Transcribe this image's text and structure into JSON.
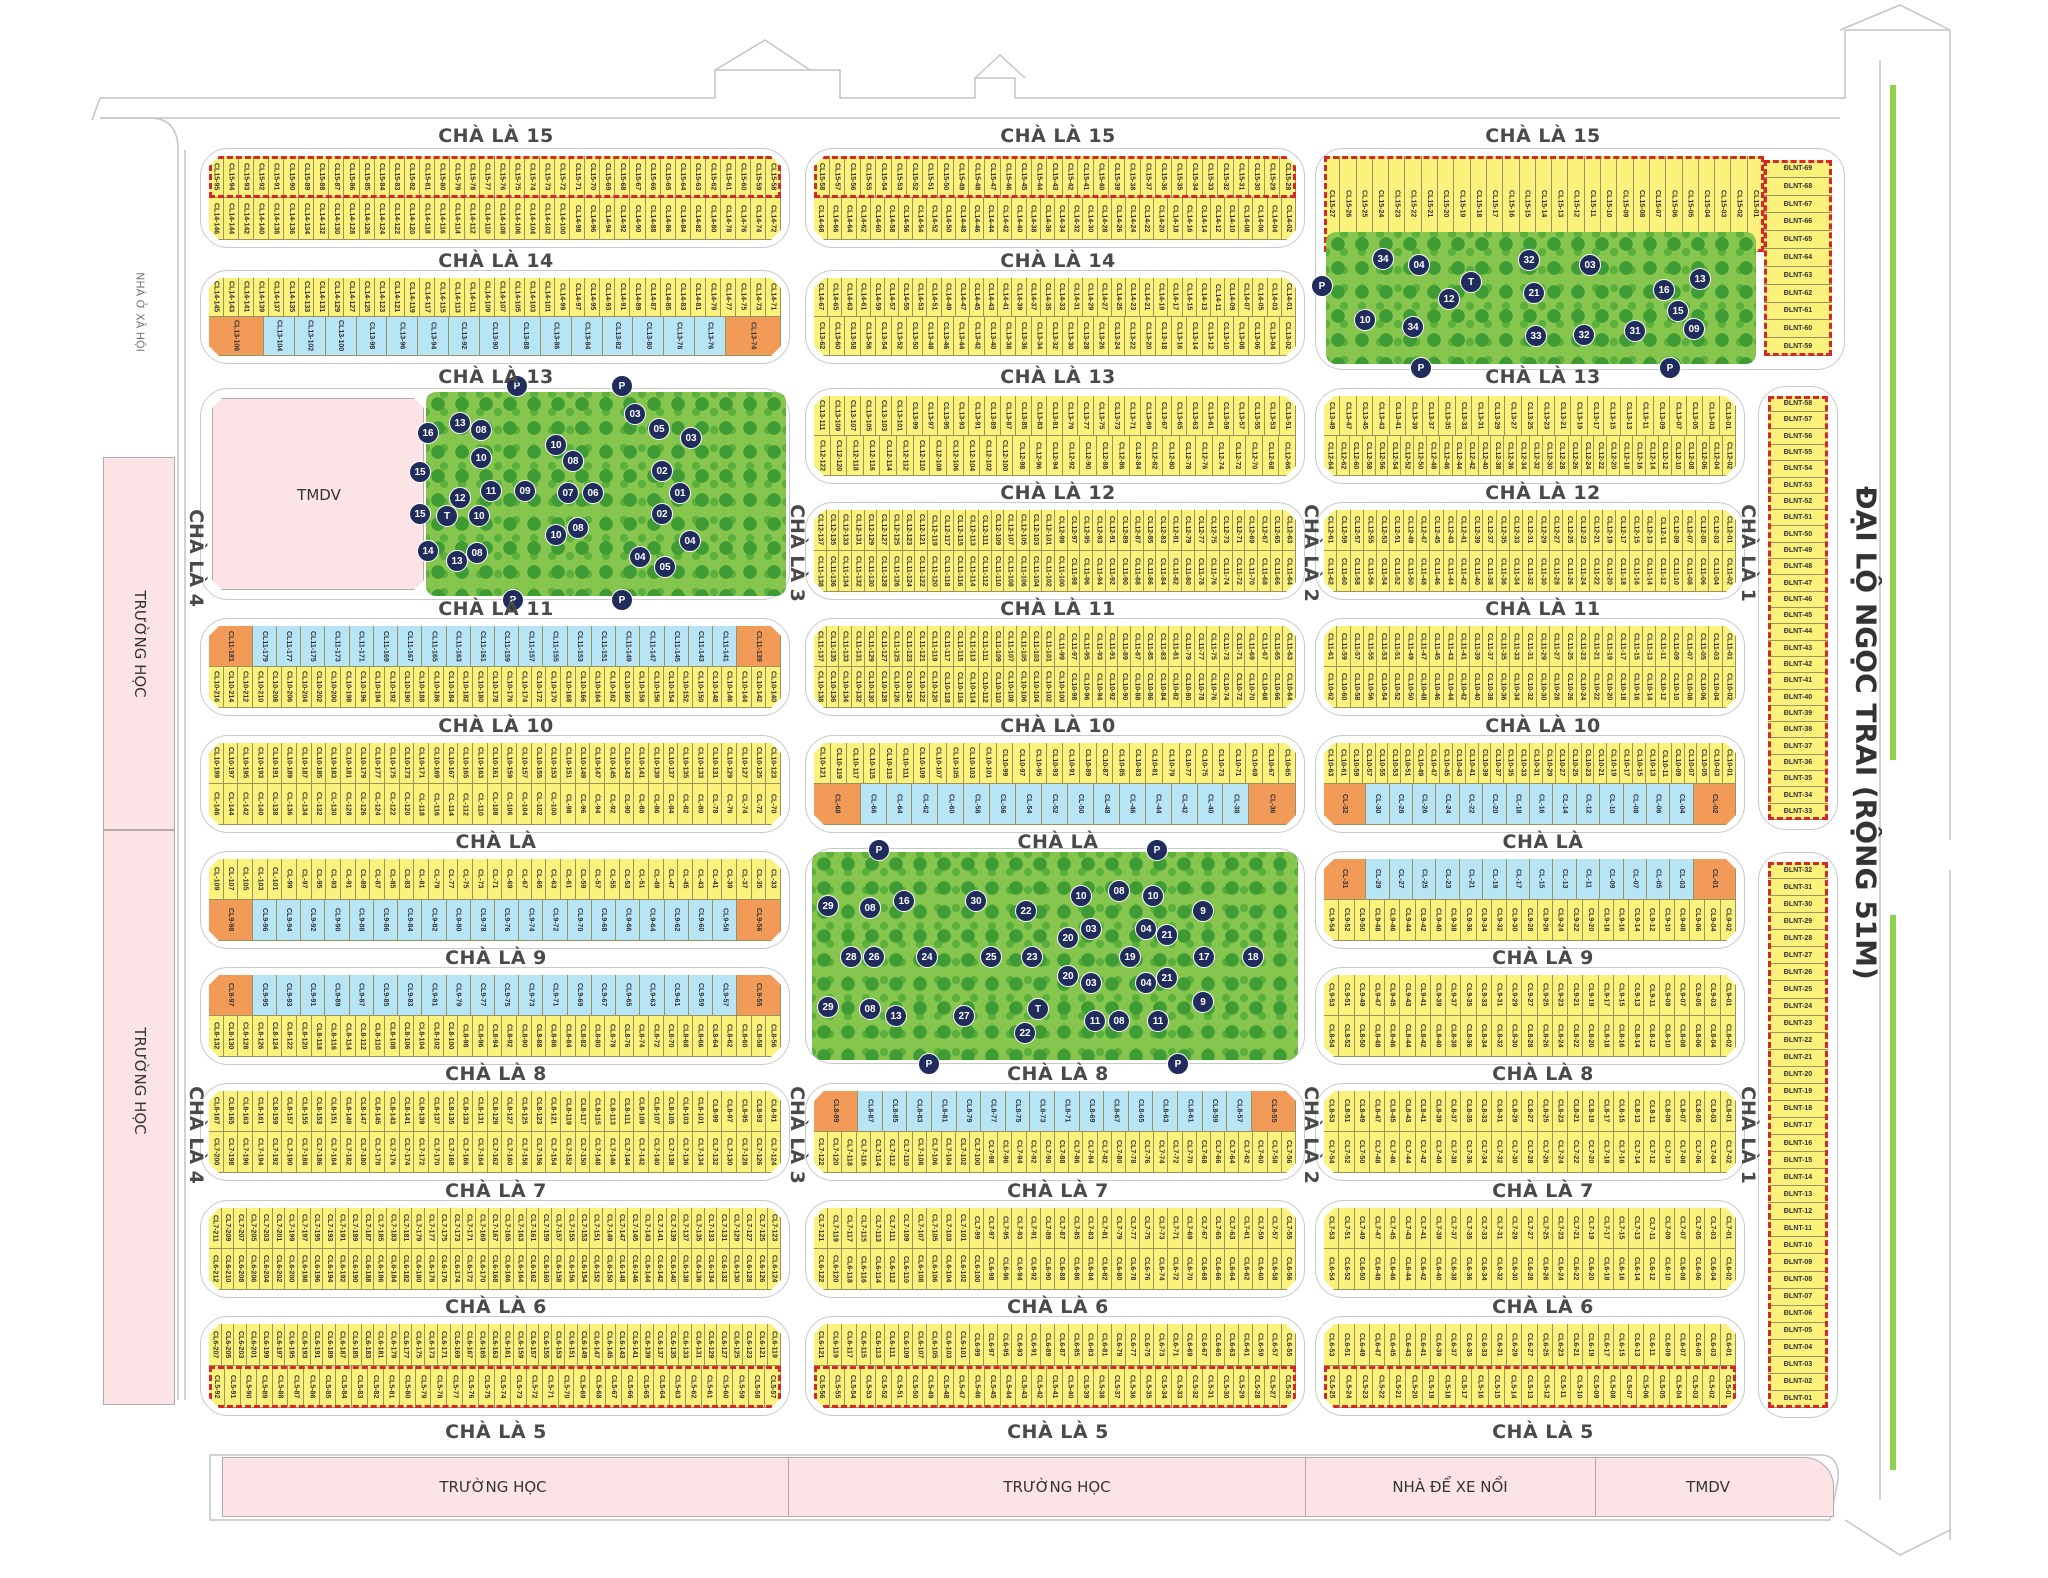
{
  "avenue": {
    "label": "ĐẠI LỘ NGỌC TRAI (RỘNG 51M)",
    "accent_color": "#8cd24a"
  },
  "streets": {
    "cl15": "CHÀ LÀ 15",
    "cl14": "CHÀ LÀ 14",
    "cl13": "CHÀ LÀ 13",
    "cl12": "CHÀ LÀ 12",
    "cl11": "CHÀ LÀ 11",
    "cl10": "CHÀ LÀ 10",
    "cl": "CHÀ LÀ",
    "cl9": "CHÀ LÀ 9",
    "cl8": "CHÀ LÀ 8",
    "cl7": "CHÀ LÀ 7",
    "cl6": "CHÀ LÀ 6",
    "cl5": "CHÀ LÀ 5",
    "cl4": "CHÀ LÀ 4",
    "cl3": "CHÀ LÀ 3",
    "cl2": "CHÀ LÀ 2",
    "cl1": "CHÀ LÀ 1"
  },
  "zones": {
    "social_housing": "NHÀ Ở XÃ HỘI",
    "school": "TRƯỜNG HỌC",
    "commercial": "TMDV",
    "parking_building": "NHÀ ĐỂ XE NỔI"
  },
  "colors": {
    "standard_lot": "#fbf27c",
    "blue_lot": "#b7e5f6",
    "corner_lot": "#f29a58",
    "highlight_border": "#d8262c",
    "public_zone": "#fbe3e6"
  },
  "blocks": {
    "b15L": [
      {
        "p": "CL15-",
        "f": 95,
        "s": -1,
        "n": 38,
        "k": "y",
        "dashed": true
      },
      {
        "p": "CL14-",
        "f": 146,
        "s": -2,
        "n": 38,
        "k": "y"
      }
    ],
    "b14L": [
      {
        "p": "CL14-",
        "f": 145,
        "s": -2,
        "n": 38,
        "k": "y"
      },
      {
        "p": "CL13-",
        "f": 106,
        "s": -2,
        "n": 17,
        "k": "b",
        "ends": true
      }
    ],
    "b11L": [
      {
        "p": "CL11-",
        "f": 181,
        "s": -2,
        "n": 22,
        "k": "b",
        "ends": true
      },
      {
        "p": "CL10-",
        "f": 216,
        "s": -2,
        "n": 39,
        "k": "y"
      }
    ],
    "b10L": [
      {
        "p": "CL10-",
        "f": 199,
        "s": -2,
        "n": 39,
        "k": "y"
      },
      {
        "p": "CL-",
        "f": 146,
        "s": -2,
        "n": 39,
        "k": "y"
      }
    ],
    "bCLL": [
      {
        "p": "CL-",
        "f": 109,
        "s": -2,
        "n": 39,
        "k": "y"
      },
      {
        "p": "CL9-",
        "f": 98,
        "s": -2,
        "n": 22,
        "k": "b",
        "ends": true
      }
    ],
    "b9L": [
      {
        "p": "CL9-",
        "f": 97,
        "s": -2,
        "n": 22,
        "k": "b",
        "ends": true
      },
      {
        "p": "CL8-",
        "f": 132,
        "s": -2,
        "n": 39,
        "k": "y"
      }
    ],
    "b8L": [
      {
        "p": "CL8-",
        "f": 167,
        "s": -2,
        "n": 39,
        "k": "y"
      },
      {
        "p": "CL7-",
        "f": 200,
        "s": -2,
        "n": 39,
        "k": "y"
      }
    ],
    "b7L": [
      {
        "p": "CL7-",
        "f": 211,
        "s": -2,
        "n": 45,
        "k": "y"
      },
      {
        "p": "CL6-",
        "f": 212,
        "s": -2,
        "n": 45,
        "k": "y"
      }
    ],
    "b6L": [
      {
        "p": "CL6-",
        "f": 207,
        "s": -2,
        "n": 45,
        "k": "y"
      },
      {
        "p": "CL5-",
        "f": 92,
        "s": -1,
        "n": 36,
        "k": "y",
        "dashed": true
      }
    ],
    "b15M": [
      {
        "p": "CL15-",
        "f": 58,
        "s": -1,
        "n": 31,
        "k": "y",
        "dashed": true
      },
      {
        "p": "CL14-",
        "f": 68,
        "s": -2,
        "n": 34,
        "k": "y"
      }
    ],
    "b14M": [
      {
        "p": "CL14-",
        "f": 67,
        "s": -2,
        "n": 34,
        "k": "y"
      },
      {
        "p": "CL13-",
        "f": 62,
        "s": -2,
        "n": 31,
        "k": "y"
      }
    ],
    "b13M": [
      {
        "p": "CL13-",
        "f": 111,
        "s": -2,
        "n": 31,
        "k": "y"
      },
      {
        "p": "CL12-",
        "f": 122,
        "s": -2,
        "n": 29,
        "k": "y"
      }
    ],
    "b12M": [
      {
        "p": "CL12-",
        "f": 137,
        "s": -2,
        "n": 38,
        "k": "y"
      },
      {
        "p": "CL11-",
        "f": 138,
        "s": -2,
        "n": 38,
        "k": "y"
      }
    ],
    "b11M": [
      {
        "p": "CL11-",
        "f": 137,
        "s": -2,
        "n": 38,
        "k": "y"
      },
      {
        "p": "CL10-",
        "f": 138,
        "s": -2,
        "n": 38,
        "k": "y"
      }
    ],
    "b10M": [
      {
        "p": "CL10-",
        "f": 121,
        "s": -2,
        "n": 29,
        "k": "y"
      },
      {
        "p": "CL-",
        "f": 68,
        "s": -2,
        "n": 17,
        "k": "b",
        "ends": true
      }
    ],
    "b8M": [
      {
        "p": "CL8-",
        "f": 89,
        "s": -2,
        "n": 18,
        "k": "b",
        "ends": true
      },
      {
        "p": "CL7-",
        "f": 122,
        "s": -2,
        "n": 34,
        "k": "y"
      }
    ],
    "b7M": [
      {
        "p": "CL7-",
        "f": 121,
        "s": -2,
        "n": 34,
        "k": "y"
      },
      {
        "p": "CL6-",
        "f": 122,
        "s": -2,
        "n": 34,
        "k": "y"
      }
    ],
    "b6M": [
      {
        "p": "CL6-",
        "f": 121,
        "s": -2,
        "n": 34,
        "k": "y"
      },
      {
        "p": "CL5-",
        "f": 56,
        "s": -1,
        "n": 31,
        "k": "y",
        "dashed": true
      }
    ],
    "b15R": [
      {
        "p": "CL15-",
        "f": 27,
        "s": -1,
        "n": 27,
        "k": "y",
        "dashed": true
      }
    ],
    "b13R": [
      {
        "p": "CL13-",
        "f": 49,
        "s": -2,
        "n": 25,
        "k": "y"
      },
      {
        "p": "CL12-",
        "f": 64,
        "s": -2,
        "n": 32,
        "k": "y"
      }
    ],
    "b12R": [
      {
        "p": "CL12-",
        "f": 61,
        "s": -2,
        "n": 31,
        "k": "y"
      },
      {
        "p": "CL11-",
        "f": 62,
        "s": -2,
        "n": 31,
        "k": "y"
      }
    ],
    "b11R": [
      {
        "p": "CL11-",
        "f": 61,
        "s": -2,
        "n": 31,
        "k": "y"
      },
      {
        "p": "CL10-",
        "f": 62,
        "s": -2,
        "n": 31,
        "k": "y"
      }
    ],
    "b10R": [
      {
        "p": "CL10-",
        "f": 63,
        "s": -2,
        "n": 32,
        "k": "y"
      },
      {
        "p": "CL-",
        "f": 32,
        "s": -2,
        "n": 16,
        "k": "b",
        "ends": true
      }
    ],
    "bCLR": [
      {
        "p": "CL-",
        "f": 31,
        "s": -2,
        "n": 16,
        "k": "b",
        "ends": true
      },
      {
        "p": "CL9-",
        "f": 54,
        "s": -2,
        "n": 27,
        "k": "y"
      }
    ],
    "b9R": [
      {
        "p": "CL9-",
        "f": 53,
        "s": -2,
        "n": 27,
        "k": "y"
      },
      {
        "p": "CL8-",
        "f": 54,
        "s": -2,
        "n": 27,
        "k": "y"
      }
    ],
    "b8R": [
      {
        "p": "CL8-",
        "f": 53,
        "s": -2,
        "n": 27,
        "k": "y"
      },
      {
        "p": "CL7-",
        "f": 54,
        "s": -2,
        "n": 27,
        "k": "y"
      }
    ],
    "b7R": [
      {
        "p": "CL7-",
        "f": 53,
        "s": -2,
        "n": 27,
        "k": "y"
      },
      {
        "p": "CL6-",
        "f": 54,
        "s": -2,
        "n": 27,
        "k": "y"
      }
    ],
    "b6R": [
      {
        "p": "CL6-",
        "f": 53,
        "s": -2,
        "n": 27,
        "k": "y"
      },
      {
        "p": "CL5-",
        "f": 25,
        "s": -1,
        "n": 25,
        "k": "y",
        "dashed": true
      }
    ]
  },
  "dlnt_strips": {
    "top": {
      "p": "ĐLNT-",
      "f": 69,
      "t": 59
    },
    "upper": {
      "p": "ĐLNT-",
      "f": 58,
      "t": 33
    },
    "lower": {
      "p": "ĐLNT-",
      "f": 32,
      "t": 1
    }
  },
  "parks": {
    "park13": [
      "13",
      "16",
      "08",
      "10",
      "15",
      "11",
      "09",
      "12",
      "15",
      "T",
      "10",
      "14",
      "08",
      "13",
      "10",
      "08",
      "07",
      "06",
      "01",
      "02",
      "02",
      "10",
      "08",
      "03",
      "05",
      "03",
      "04",
      "04",
      "05",
      "P",
      "P",
      "P",
      "P"
    ],
    "parkMid": [
      "P",
      "P",
      "29",
      "08",
      "16",
      "30",
      "22",
      "10",
      "08",
      "10",
      "9",
      "20",
      "03",
      "04",
      "21",
      "28",
      "26",
      "24",
      "25",
      "23",
      "19",
      "17",
      "18",
      "20",
      "03",
      "04",
      "21",
      "29",
      "08",
      "13",
      "27",
      "T",
      "22",
      "11",
      "08",
      "11",
      "9",
      "P",
      "P"
    ],
    "parkR": [
      "34",
      "04",
      "32",
      "03",
      "T",
      "21",
      "12",
      "16",
      "13",
      "15",
      "10",
      "34",
      "33",
      "32",
      "31",
      "09",
      "P",
      "P",
      "P"
    ]
  }
}
